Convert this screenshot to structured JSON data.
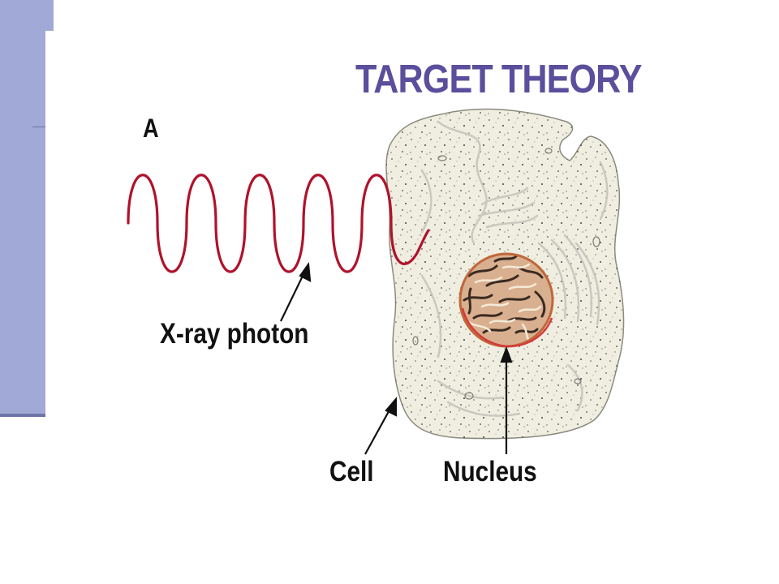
{
  "slide": {
    "title": "TARGET THEORY",
    "panel_label": "A"
  },
  "labels": {
    "photon": "X-ray photon",
    "cell": "Cell",
    "nucleus": "Nucleus"
  },
  "colors": {
    "title": "#5b4e9c",
    "side_band": "#a1a9d6",
    "wave": "#b0122c",
    "cell_fill": "#efeee0",
    "nucleus_rim": "#d63a3a"
  }
}
